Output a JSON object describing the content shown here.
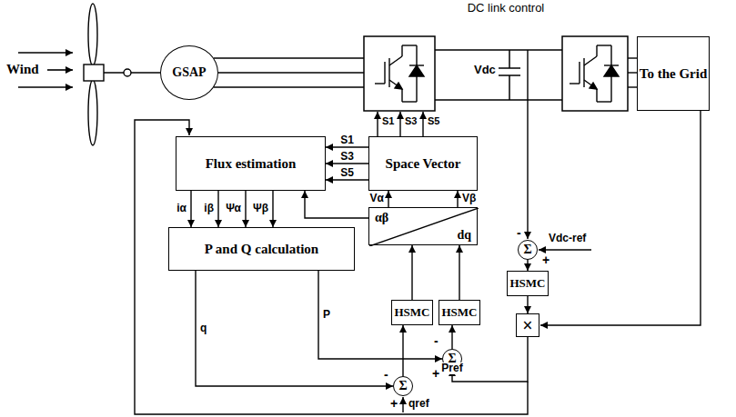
{
  "diagram": {
    "nodes": [
      {
        "text": [
          "GSAP"
        ]
      },
      {
        "text": [
          "To the Grid"
        ]
      },
      {
        "text": [
          "Flux estimation"
        ]
      },
      {
        "text": [
          "Space Vector"
        ]
      },
      {
        "text": [
          "P and Q calculation"
        ]
      },
      {
        "text": [
          "αβ",
          "dq"
        ]
      },
      {
        "text": [
          "HSMC"
        ]
      },
      {
        "text": [
          "×"
        ]
      },
      {
        "text": [
          "HSMC"
        ]
      },
      {
        "text": [
          "HSMC"
        ]
      },
      {
        "text": [
          "Σ"
        ]
      },
      {
        "text": [
          "Σ"
        ]
      },
      {
        "text": [
          "Σ"
        ]
      }
    ],
    "edges": [
      {
        "from": 3,
        "to": 2,
        "arrow": "to",
        "label": "S1"
      },
      {
        "from": 3,
        "to": 2,
        "arrow": "to",
        "label": "S3"
      },
      {
        "from": 3,
        "to": 2,
        "arrow": "to",
        "label": "S5"
      },
      {
        "from": 5,
        "to": 3,
        "arrow": "to",
        "label": "Vα"
      },
      {
        "from": 5,
        "to": 3,
        "arrow": "to",
        "label": "Vβ"
      },
      {
        "from": 5,
        "to": 2,
        "arrow": "to"
      },
      {
        "from": 2,
        "to": 4,
        "arrow": "to",
        "label": "iα"
      },
      {
        "from": 2,
        "to": 4,
        "arrow": "to",
        "label": "iβ"
      },
      {
        "from": 2,
        "to": 4,
        "arrow": "to",
        "label": "Ψα"
      },
      {
        "from": 2,
        "to": 4,
        "arrow": "to",
        "label": "Ψβ"
      },
      {
        "from": 8,
        "to": 5,
        "arrow": "to"
      },
      {
        "from": 9,
        "to": 5,
        "arrow": "to"
      },
      {
        "from": 12,
        "to": 8,
        "arrow": "to"
      },
      {
        "from": 11,
        "to": 9,
        "arrow": "to"
      },
      {
        "from": 4,
        "to": 12,
        "arrow": "to",
        "label": "q"
      },
      {
        "from": 4,
        "to": 11,
        "arrow": "to",
        "label": "P"
      },
      {
        "from": 10,
        "to": 6,
        "arrow": "to"
      },
      {
        "from": 6,
        "to": 7,
        "arrow": "to"
      },
      {
        "from": 7,
        "to": 11,
        "arrow": "to",
        "label": "Pref"
      }
    ],
    "labels": [
      "Wind",
      "DC link control",
      "Vdc",
      "S1",
      "S3",
      "S5",
      "-",
      "+",
      "Vdc-ref",
      "-",
      "+",
      "-",
      "+",
      "qref"
    ]
  }
}
